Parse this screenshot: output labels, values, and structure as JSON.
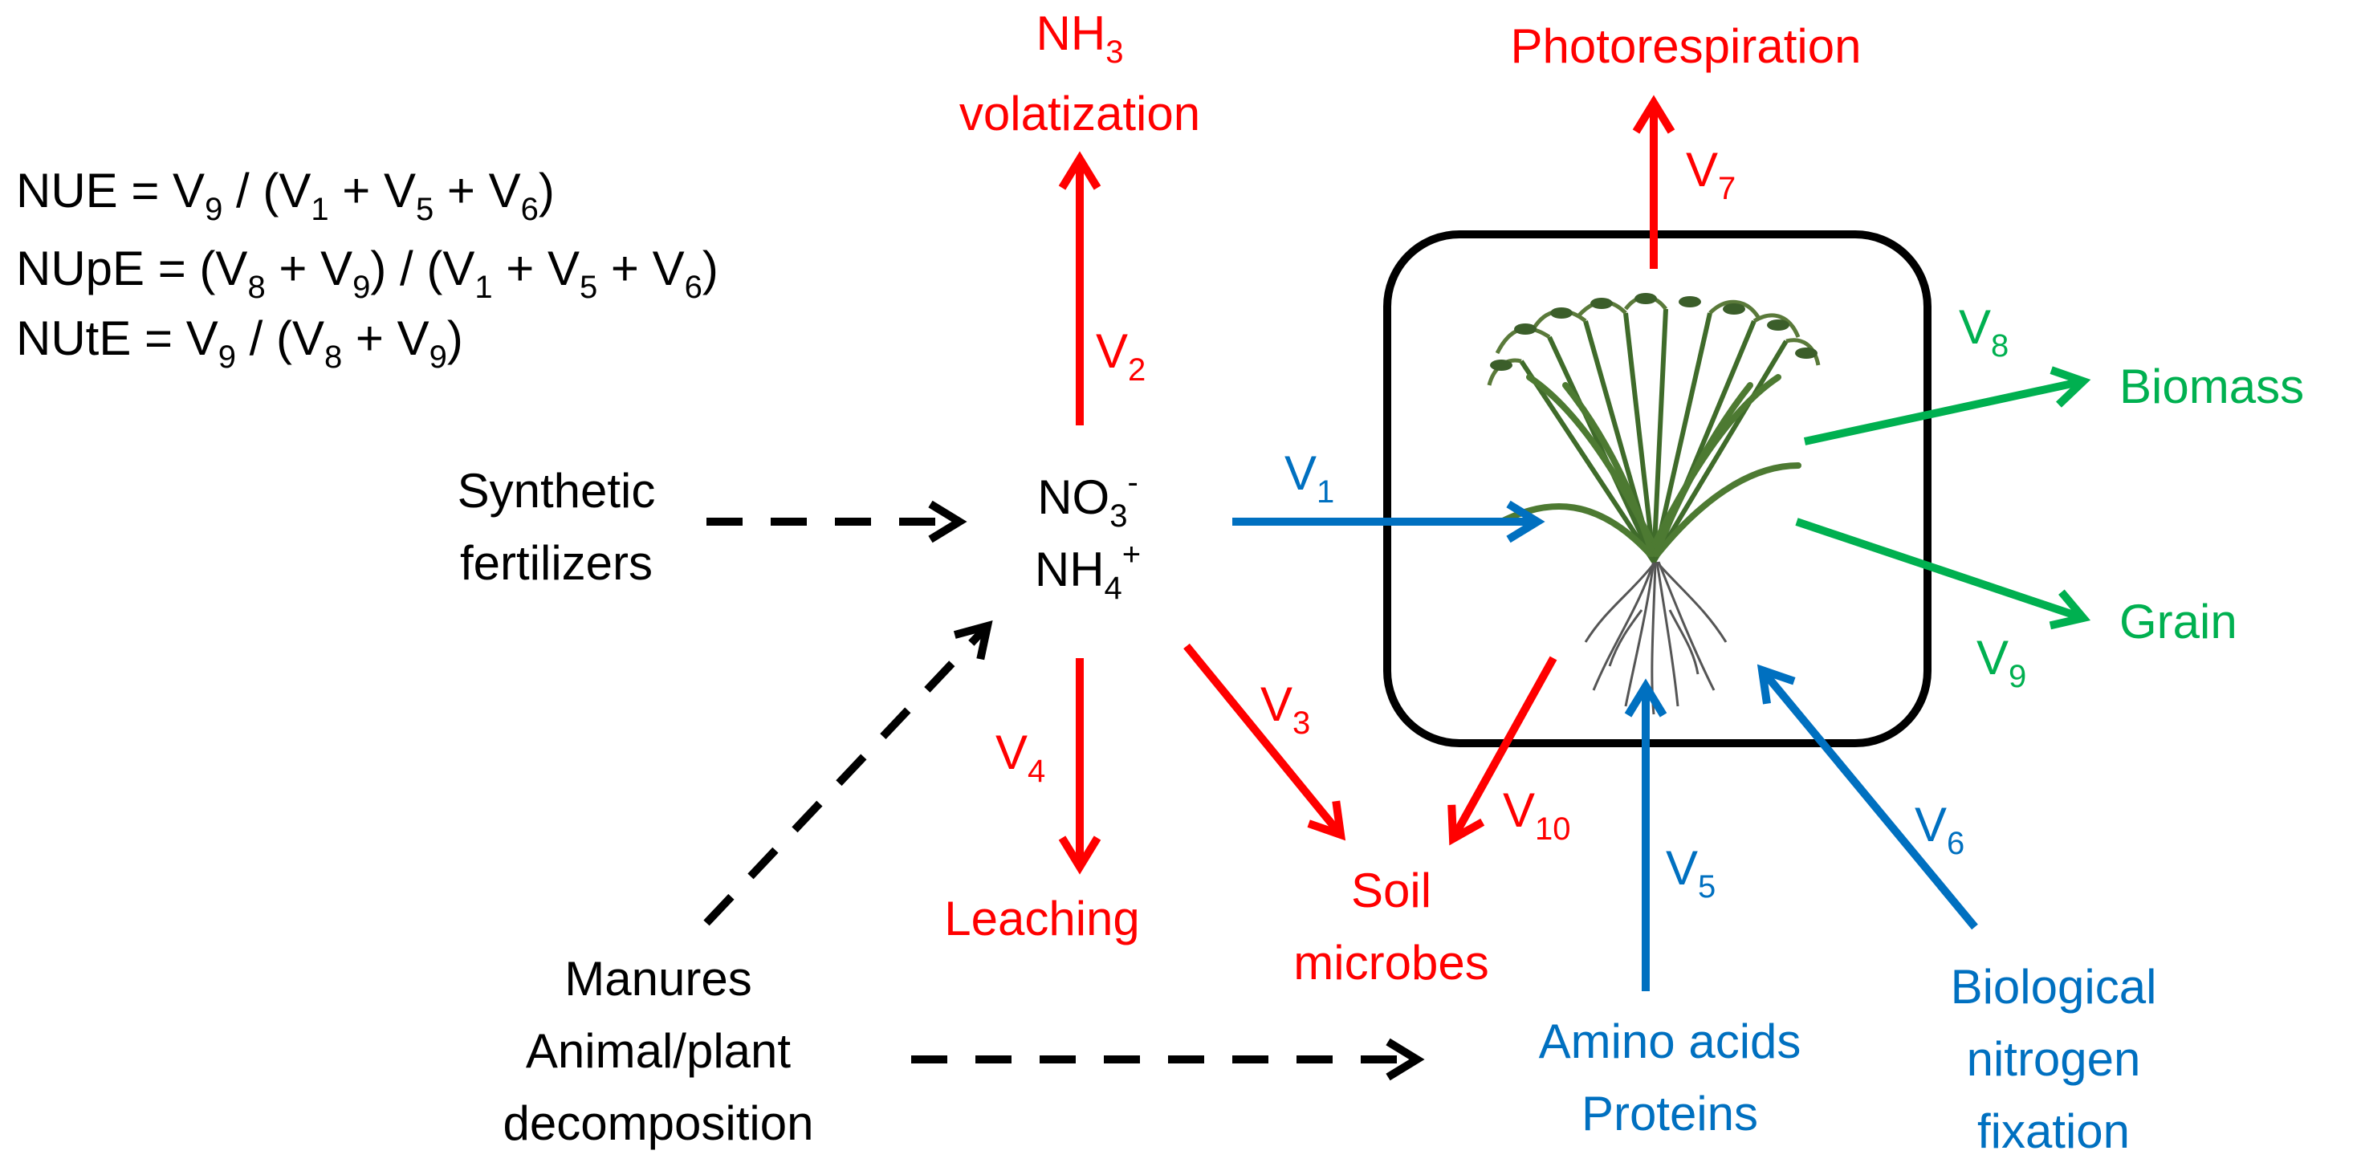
{
  "colors": {
    "red": "#ff0000",
    "blue": "#0070c0",
    "green": "#00b050",
    "black": "#000000"
  },
  "equations": {
    "nue": {
      "lhs": "NUE = V",
      "s1": "9",
      "p1": " / (V",
      "s2": "1",
      "p2": " + V",
      "s3": "5",
      "p3": " + V",
      "s4": "6",
      "p4": ")"
    },
    "nupe": {
      "lhs": "NUpE = (V",
      "s1": "8",
      "p1": " + V",
      "s2": "9",
      "p2": ") / (V",
      "s3": "1",
      "p3": " + V",
      "s4": "5",
      "p4": " + V",
      "s5": "6",
      "p5": ")"
    },
    "nute": {
      "lhs": "NUtE = V",
      "s1": "9",
      "p1": " / (V",
      "s2": "8",
      "p2": " + V",
      "s3": "9",
      "p3": ")"
    }
  },
  "nodes": {
    "nh3": {
      "base": "NH",
      "sub": "3",
      "line2": "volatization"
    },
    "photorespiration": "Photorespiration",
    "synthetic": {
      "line1": "Synthetic",
      "line2": "fertilizers"
    },
    "soil_n": {
      "no3_base": "NO",
      "no3_sub": "3",
      "no3_sup": "-",
      "nh4_base": "NH",
      "nh4_sub": "4",
      "nh4_sup": "+"
    },
    "leaching": "Leaching",
    "soil_microbes": {
      "line1": "Soil",
      "line2": "microbes"
    },
    "manures": {
      "line1": "Manures",
      "line2": "Animal/plant",
      "line3": "decomposition"
    },
    "amino": {
      "line1": "Amino acids",
      "line2": "Proteins"
    },
    "bnf": {
      "line1": "Biological",
      "line2": "nitrogen",
      "line3": "fixation"
    },
    "biomass": "Biomass",
    "grain": "Grain"
  },
  "flows": {
    "v1": {
      "base": "V",
      "sub": "1"
    },
    "v2": {
      "base": "V",
      "sub": "2"
    },
    "v3": {
      "base": "V",
      "sub": "3"
    },
    "v4": {
      "base": "V",
      "sub": "4"
    },
    "v5": {
      "base": "V",
      "sub": "5"
    },
    "v6": {
      "base": "V",
      "sub": "6"
    },
    "v7": {
      "base": "V",
      "sub": "7"
    },
    "v8": {
      "base": "V",
      "sub": "8"
    },
    "v9": {
      "base": "V",
      "sub": "9"
    },
    "v10": {
      "base": "V",
      "sub": "10"
    }
  },
  "icons": {
    "plant": "rice-plant-icon"
  }
}
